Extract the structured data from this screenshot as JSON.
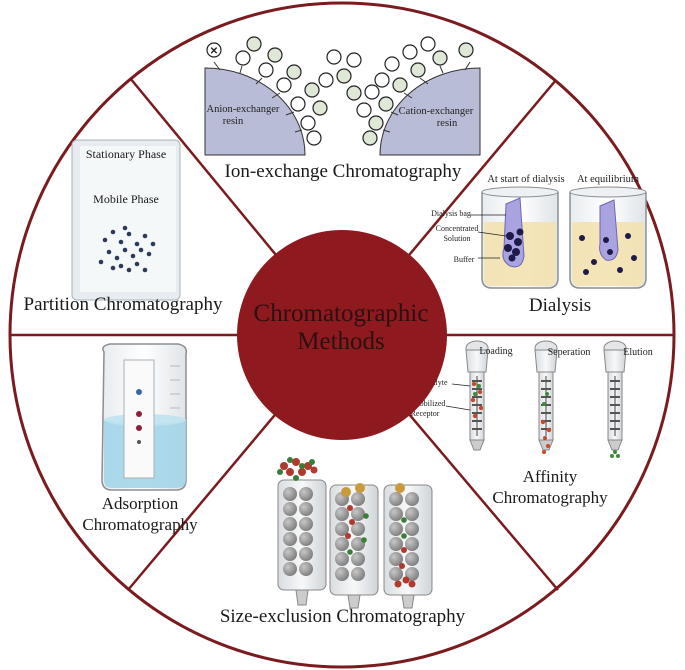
{
  "center": {
    "line1": "Chromatographic",
    "line2": "Methods"
  },
  "sections": {
    "ion_exchange": {
      "title": "Ion-exchange Chromatography",
      "anion_label_1": "Anion-exchanger",
      "anion_label_2": "resin",
      "cation_label_1": "Cation-exchanger",
      "cation_label_2": "resin"
    },
    "dialysis": {
      "title": "Dialysis",
      "start_label": "At start of dialysis",
      "equilibrium_label": "At equilibrium",
      "bag_label": "Dialysis bag",
      "conc_label_1": "Concentrated",
      "conc_label_2": "Solution",
      "buffer_label": "Buffer"
    },
    "affinity": {
      "title_1": "Affinity",
      "title_2": "Chromatography",
      "loading": "Loading",
      "separation": "Seperation",
      "elution": "Elution",
      "target": "Target Analyte",
      "receptor_1": "Immobilized",
      "receptor_2": "Receptor"
    },
    "size_exclusion": {
      "title": "Size-exclusion Chromatography"
    },
    "adsorption": {
      "title_1": "Adsorption",
      "title_2": "Chromatography"
    },
    "partition": {
      "title": "Partition Chromatography",
      "stationary": "Stationary Phase",
      "mobile": "Mobile Phase"
    }
  },
  "colors": {
    "ring": "#7a1c1f",
    "center_fill": "#8e1a1f",
    "resin": "#b8bcd6",
    "liquid_blue": "#9fd3e8",
    "buffer_yellow": "#f3e2b0"
  }
}
